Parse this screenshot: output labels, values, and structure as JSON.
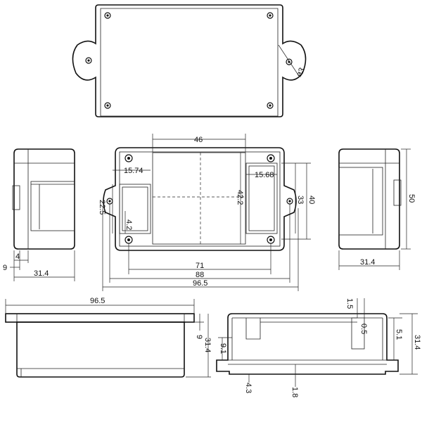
{
  "dimensions": {
    "hole_diameter": "ø3",
    "window_width": "46",
    "left_cut_width": "15.74",
    "right_cut_width": "15.68",
    "window_height": "42.2",
    "ear_height": "22.5",
    "cut_offset": "4.2",
    "mount_height": "33",
    "body_height": "40",
    "hole_spacing": "71",
    "mount_length": "88",
    "total_length": "96.5",
    "side_nine": "9",
    "side_four": "4",
    "side_depth": "31.4",
    "side_height": "50",
    "bottom_length": "96.5",
    "bottom_nine": "9",
    "bottom_depth": "31.4",
    "sec_one_five": "1.5",
    "sec_zero_five": "0.5",
    "sec_five_one": "5.1",
    "sec_depth": "31.4",
    "sec_nine_one": "9.1",
    "sec_four_three": "4.3",
    "sec_one_eight": "1.8"
  }
}
